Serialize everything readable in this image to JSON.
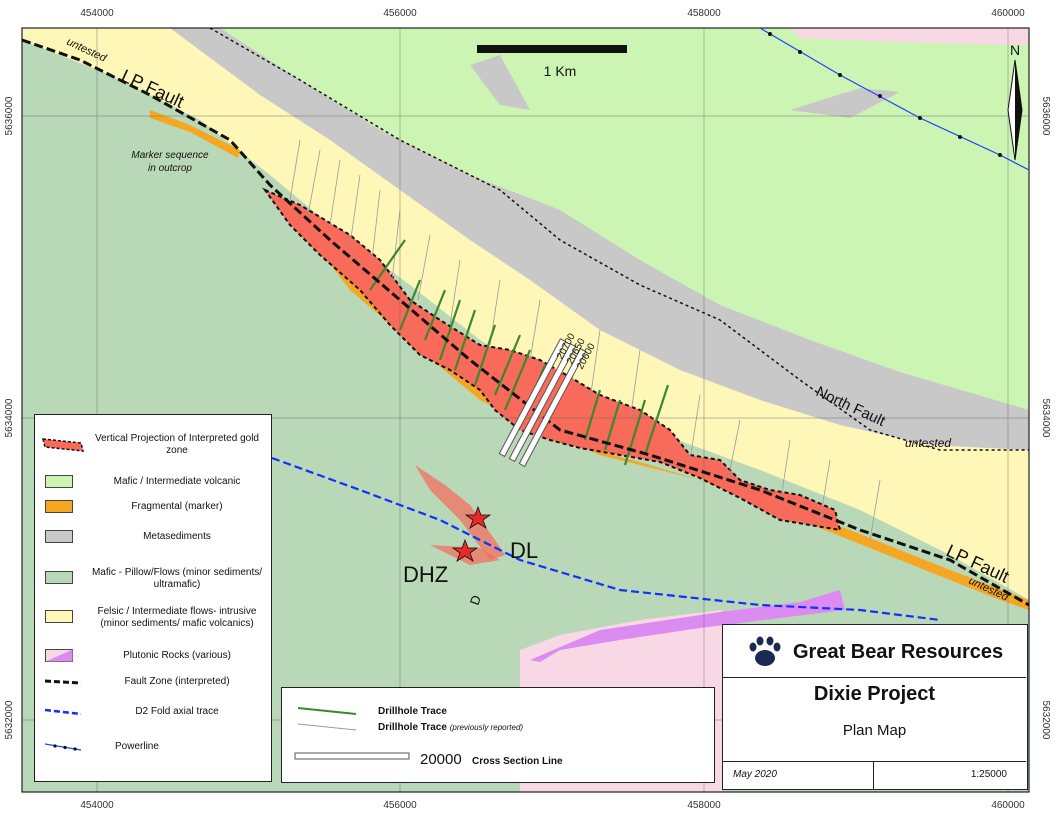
{
  "colors": {
    "mafic_volcanic": "#ccf5b4",
    "fragmental": "#f5a623",
    "metasediments": "#c8c8c8",
    "mafic_pillow": "#b8d8b8",
    "felsic": "#fff7b8",
    "plutonic": "#f8d8e4",
    "plutonic_magenta": "#dc8cf0",
    "gold_zone": "#f86a5a",
    "drillhole": "#3a8a2a",
    "fold_axis": "#1030ff",
    "powerline": "#2040ff"
  },
  "grid": {
    "eastings": [
      "454000",
      "456000",
      "458000",
      "460000"
    ],
    "northings": [
      "5636000",
      "5634000",
      "5632000"
    ]
  },
  "map_labels": {
    "lp_fault_nw": "LP Fault",
    "untested_nw": "untested",
    "marker_line1": "Marker sequence",
    "marker_line2": "in outcrop",
    "north_fault": "North Fault",
    "untested_north": "untested",
    "lp_fault_se": "LP Fault",
    "untested_se": "untested",
    "dl": "DL",
    "dhz": "DHZ",
    "d": "D",
    "section_20700": "20700",
    "section_20650": "20650",
    "section_20600": "20600",
    "scale_bar": "1 Km",
    "north": "N"
  },
  "legend": {
    "items": [
      {
        "label": "Vertical Projection of Interpreted gold zone"
      },
      {
        "label": "Mafic / Intermediate volcanic"
      },
      {
        "label": "Fragmental (marker)"
      },
      {
        "label": "Metasediments"
      },
      {
        "label": "Mafic - Pillow/Flows (minor sediments/ ultramafic)"
      },
      {
        "label": "Felsic / Intermediate flows- intrusive (minor sediments/ mafic volcanics)"
      },
      {
        "label": "Plutonic Rocks (various)"
      },
      {
        "label": "Fault Zone (interpreted)"
      },
      {
        "label": "D2 Fold axial trace"
      },
      {
        "label": "Powerline"
      }
    ]
  },
  "legend2": {
    "drillhole": "Drillhole Trace",
    "drillhole_prev_main": "Drillhole Trace",
    "drillhole_prev_note": "(previously reported)",
    "section_number": "20000",
    "section_label": "Cross Section Line"
  },
  "title_block": {
    "company": "Great Bear Resources",
    "project": "Dixie Project",
    "subtitle": "Plan Map",
    "date": "May 2020",
    "scale": "1:25000"
  }
}
